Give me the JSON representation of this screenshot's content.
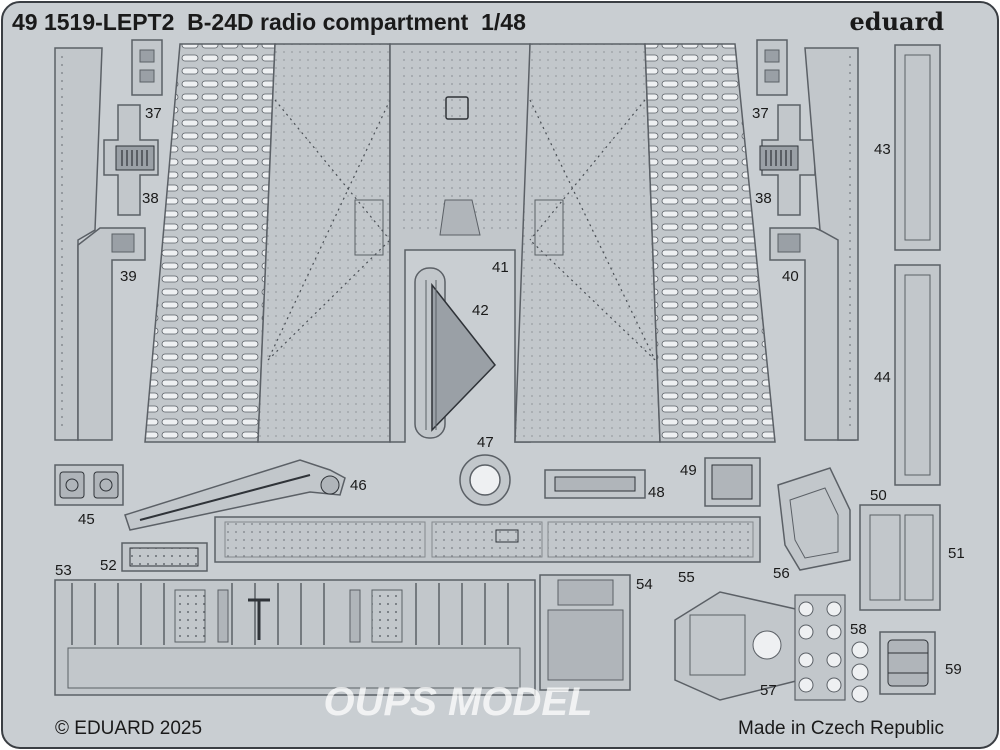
{
  "header": {
    "title": "49 1519-LEPT2  B-24D radio compartment  1/48",
    "brand": "eduard"
  },
  "footer": {
    "copyright": "© EDUARD 2025",
    "origin": "Made in Czech Republic",
    "watermark": "OUPS MODEL"
  },
  "part_numbers": {
    "p37a": "37",
    "p37b": "37",
    "p38a": "38",
    "p38b": "38",
    "p39": "39",
    "p40": "40",
    "p41": "41",
    "p42": "42",
    "p43": "43",
    "p44": "44",
    "p45": "45",
    "p46": "46",
    "p47": "47",
    "p48": "48",
    "p49": "49",
    "p50": "50",
    "p51": "51",
    "p52": "52",
    "p53": "53",
    "p54": "54",
    "p55": "55",
    "p56": "56",
    "p57": "57",
    "p58": "58",
    "p59": "59"
  },
  "colors": {
    "fret": "#c9ced2",
    "part": "#c2c7cb",
    "edge": "#5b6066",
    "dark": "#2f3338",
    "rib": "#eef0f2",
    "frame": "#3a3e43"
  }
}
